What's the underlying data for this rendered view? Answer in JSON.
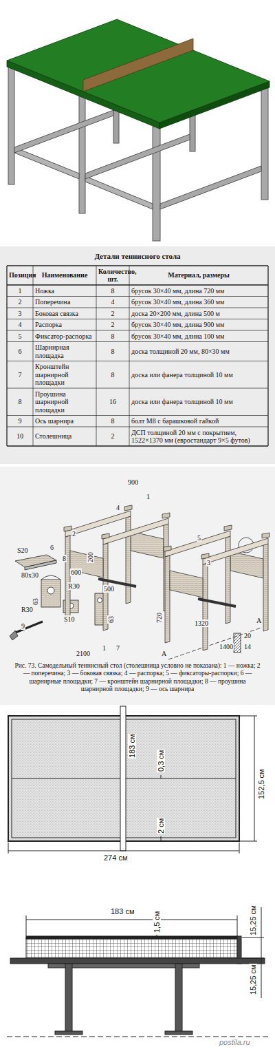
{
  "diagram": {
    "title": "Детали теннисного стола",
    "caption": "Рис. 73. Самодельный теннисный стол (столешница условно не показана): 1 — ножка; 2 — поперечина; 3 — боковая связка; 4 — распорка; 5 — фиксаторы-распорки; 6 — шарнирные площадки; 7 — кронштейн шарнирной площадки; 8 — проушина шарнирной площадки; 9 — ось шарнира",
    "labels": [
      "Позиция",
      "Наименование",
      "Количество, шт.",
      "Материал, размеры",
      "1",
      "Ножка",
      "8",
      "брусок 30×40 мм, длина 720 мм",
      "2",
      "Поперечина",
      "4",
      "брусок 30×40 мм, длина 360 мм",
      "3",
      "Боковая связка",
      "2",
      "доска 20×200 мм, длина 500 м",
      "4",
      "Распорка",
      "2",
      "брусок 30×40 мм, длина 900 мм",
      "5",
      "Фиксатор-распорка",
      "8",
      "брусок 30×40 мм, длина 100 мм",
      "6",
      "Шарнирная площадка",
      "8",
      "доска толщиной 20 мм, 80×30 мм",
      "7",
      "Кронштейн шарнирной площадки",
      "8",
      "доска или фанера толщиной 10 мм",
      "8",
      "Проушина шарнирной площадки",
      "16",
      "доска или фанера толщиной 10 мм",
      "9",
      "Ось шарнира",
      "8",
      "болт М8 с барашковой гайкой",
      "10",
      "Столешница",
      "2",
      "ДСП толщиной 20 мм с покрытием, 1522×1370 мм (евростандарт 9×5 футов)",
      "900",
      "4",
      "1",
      "2",
      "5",
      "3",
      "S20",
      "6",
      "8",
      "80x30",
      "600",
      "200",
      "R30",
      "500",
      "63",
      "R30",
      "9",
      "S10",
      "63",
      "1",
      "7",
      "2100",
      "720",
      "1320",
      "1400",
      "A",
      "A",
      "20",
      "14",
      "183 см",
      "0,3 см",
      "2 см",
      "152,5 см",
      "274 см",
      "183 см",
      "1,5 см",
      "15,25 см",
      "15,25 см",
      "postila.ru"
    ]
  }
}
